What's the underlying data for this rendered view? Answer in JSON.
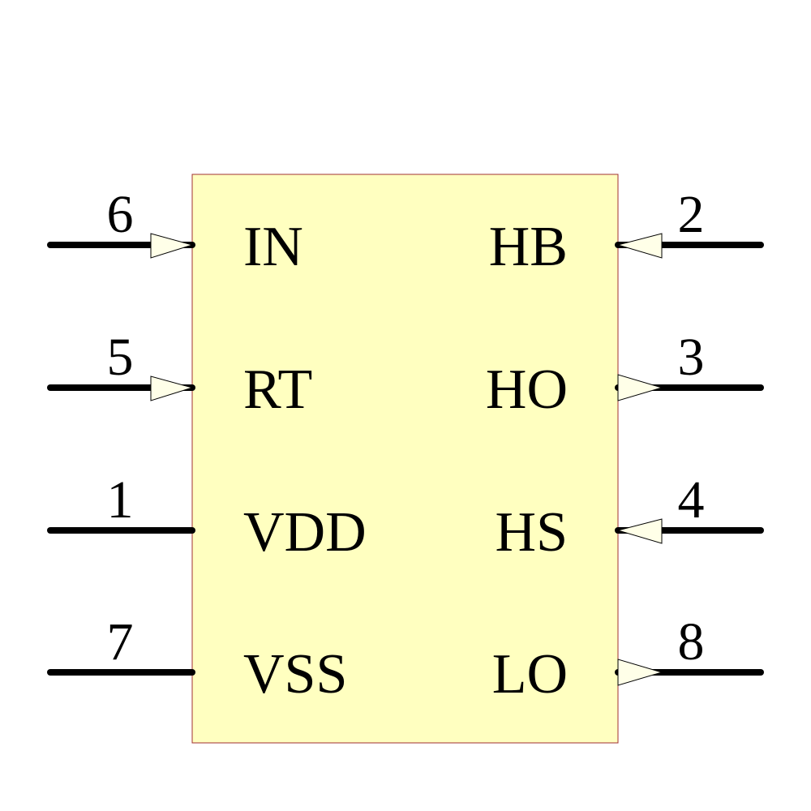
{
  "component": {
    "body_fill": "#ffffc0",
    "body_stroke": "#a03030",
    "pin_color": "#000000",
    "arrow_fill": "#ffffe8"
  },
  "left_pins": [
    {
      "number": "6",
      "name": "IN",
      "direction": "input"
    },
    {
      "number": "5",
      "name": "RT",
      "direction": "input"
    },
    {
      "number": "1",
      "name": "VDD",
      "direction": "none"
    },
    {
      "number": "7",
      "name": "VSS",
      "direction": "none"
    }
  ],
  "right_pins": [
    {
      "number": "2",
      "name": "HB",
      "direction": "input"
    },
    {
      "number": "3",
      "name": "HO",
      "direction": "output"
    },
    {
      "number": "4",
      "name": "HS",
      "direction": "input"
    },
    {
      "number": "8",
      "name": "LO",
      "direction": "output"
    }
  ]
}
